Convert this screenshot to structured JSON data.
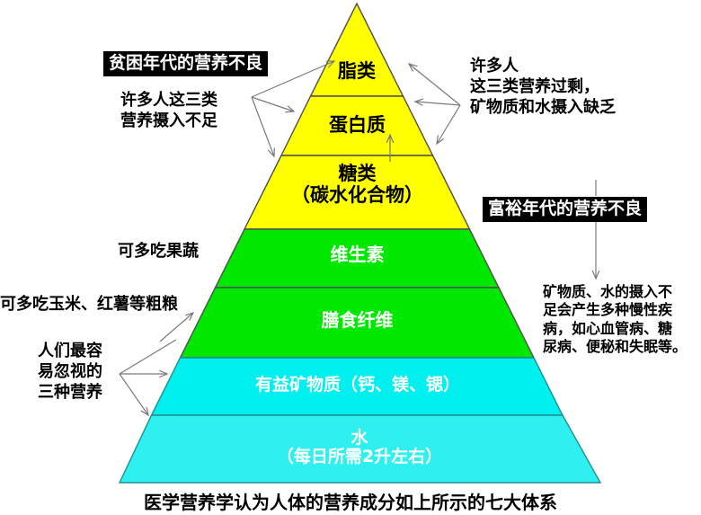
{
  "diagram": {
    "title_caption": "医学营养学认为人体的营养成分如上所示的七大体系",
    "colors": {
      "fat": "#ffff00",
      "protein": "#ffff00",
      "carbohydrate": "#ffff00",
      "vitamin": "#00e800",
      "fiber": "#00e800",
      "minerals": "#00f0f0",
      "water": "#2ff0f0",
      "outline": "#505050",
      "arrow": "#7a7a7a",
      "label_dark": "#000000",
      "label_light": "#ffffff",
      "box_background": "#000000",
      "box_text": "#ffffff"
    },
    "layers": [
      {
        "id": "fat",
        "label": "脂类",
        "label_sub": "",
        "text_color": "dark"
      },
      {
        "id": "protein",
        "label": "蛋白质",
        "label_sub": "",
        "text_color": "dark"
      },
      {
        "id": "carbohydrate",
        "label": "糖类",
        "label_sub": "（碳水化合物）",
        "text_color": "dark"
      },
      {
        "id": "vitamin",
        "label": "维生素",
        "label_sub": "",
        "text_color": "light"
      },
      {
        "id": "fiber",
        "label": "膳食纤维",
        "label_sub": "",
        "text_color": "light"
      },
      {
        "id": "minerals",
        "label": "有益矿物质（钙、镁、锶）",
        "label_sub": "",
        "text_color": "light"
      },
      {
        "id": "water",
        "label": "水",
        "label_sub": "（每日所需2升左右）",
        "text_color": "light"
      }
    ],
    "annotations": {
      "poverty_box": "贫困年代的营养不良",
      "poverty_note_line1": "许多人这三类",
      "poverty_note_line2": "营养摄入不足",
      "affluence_note_line1": "许多人",
      "affluence_note_line2": "这三类营养过剩，",
      "affluence_note_line3": "矿物质和水摄入缺乏",
      "affluence_box": "富裕年代的营养不良",
      "affluence_detail_line1": "矿物质、水的摄入不",
      "affluence_detail_line2": "足会产生多种慢性疾",
      "affluence_detail_line3": "病，如心血管病、糖",
      "affluence_detail_line4": "尿病、便秘和失眠等。",
      "eat_fruit_veg": "可多吃果蔬",
      "eat_coarse_grain": "可多吃玉米、红薯等粗粮",
      "overlooked_line1": "人们最容",
      "overlooked_line2": "易忽视的",
      "overlooked_line3": "三种营养"
    }
  }
}
